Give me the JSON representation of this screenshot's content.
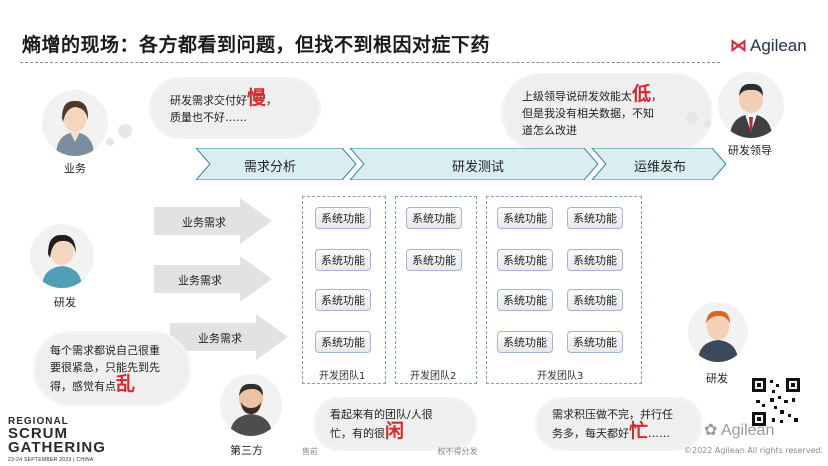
{
  "title": "熵增的现场：各方都看到问题，但找不到根因对症下药",
  "logo": {
    "mark": "⋈",
    "text": "Agilean"
  },
  "stages": [
    "需求分析",
    "研发测试",
    "运维发布"
  ],
  "requirements": [
    "业务需求",
    "业务需求",
    "业务需求"
  ],
  "teams": [
    {
      "label": "开发团队1",
      "items": [
        "系统功能",
        "系统功能",
        "系统功能",
        "系统功能"
      ]
    },
    {
      "label": "开发团队2",
      "items": [
        "系统功能",
        "系统功能"
      ]
    },
    {
      "label": "开发团队3",
      "items": [
        "系统功能",
        "系统功能",
        "系统功能",
        "系统功能",
        "系统功能",
        "系统功能",
        "系统功能",
        "系统功能"
      ]
    }
  ],
  "roles": {
    "business": "业务",
    "dev_left": "研发",
    "third": "第三方",
    "dev_right": "研发",
    "leader": "研发领导"
  },
  "bubbles": {
    "business": {
      "pre": "研发需求交付好",
      "big": "慢",
      "post": "，",
      "line2": "质量也不好……"
    },
    "leader": {
      "l1pre": "上级领导说研发效能太",
      "big": "低",
      "l1post": "，",
      "line2": "但是我没有相关数据，不知",
      "line3": "道怎么改进"
    },
    "dev_left": {
      "l1": "每个需求都说自己很重",
      "l2": "要很紧急，只能先到先",
      "l3pre": "得，感觉有点",
      "big": "乱"
    },
    "third": {
      "l1": "看起来有的团队/人很",
      "l2pre": "忙，有的很",
      "big": "闲"
    },
    "dev_right": {
      "l1": "需求积压做不完，并行任",
      "l2pre": "务多，每天都好",
      "big": "忙",
      "l2post": "……"
    }
  },
  "footer": {
    "rsg_l1": "REGIONAL",
    "rsg_l2a": "SCRUM",
    "rsg_l2b": "GATHERING",
    "rsg_l3": "23-24 SEPTEMBER 2023 | CHINA",
    "partial": "售前                                               权不得分发",
    "copyright": "©2022 Agilean All rights reserved.",
    "wechat": "Agilean"
  },
  "colors": {
    "accent_red": "#d9272e",
    "stage_fill": "#d9eef2",
    "arrow_fill": "#e2e2e2",
    "team_border": "#7a9cc3"
  }
}
